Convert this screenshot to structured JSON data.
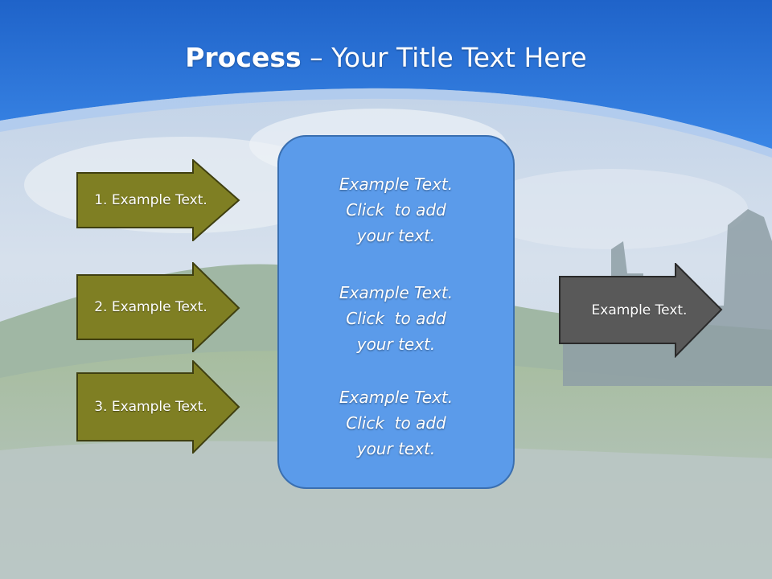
{
  "title": {
    "bold": "Process",
    "rest": " – Your Title Text Here"
  },
  "left_arrows": [
    {
      "label": "1. Example Text."
    },
    {
      "label": "2. Example Text."
    },
    {
      "label": "3. Example Text."
    }
  ],
  "center_box": {
    "blocks": [
      {
        "lines": [
          "Example Text.",
          "Click  to add",
          "your text."
        ]
      },
      {
        "lines": [
          "Example Text.",
          "Click  to add",
          "your text."
        ]
      },
      {
        "lines": [
          "Example Text.",
          "Click  to add",
          "your text."
        ]
      }
    ]
  },
  "right_arrow": {
    "label": "Example Text."
  },
  "colors": {
    "header_blue": "#2f7ae0",
    "arrow_olive": "#7f7f23",
    "arrow_gray": "#595959",
    "center_box": "#5b9bea"
  }
}
